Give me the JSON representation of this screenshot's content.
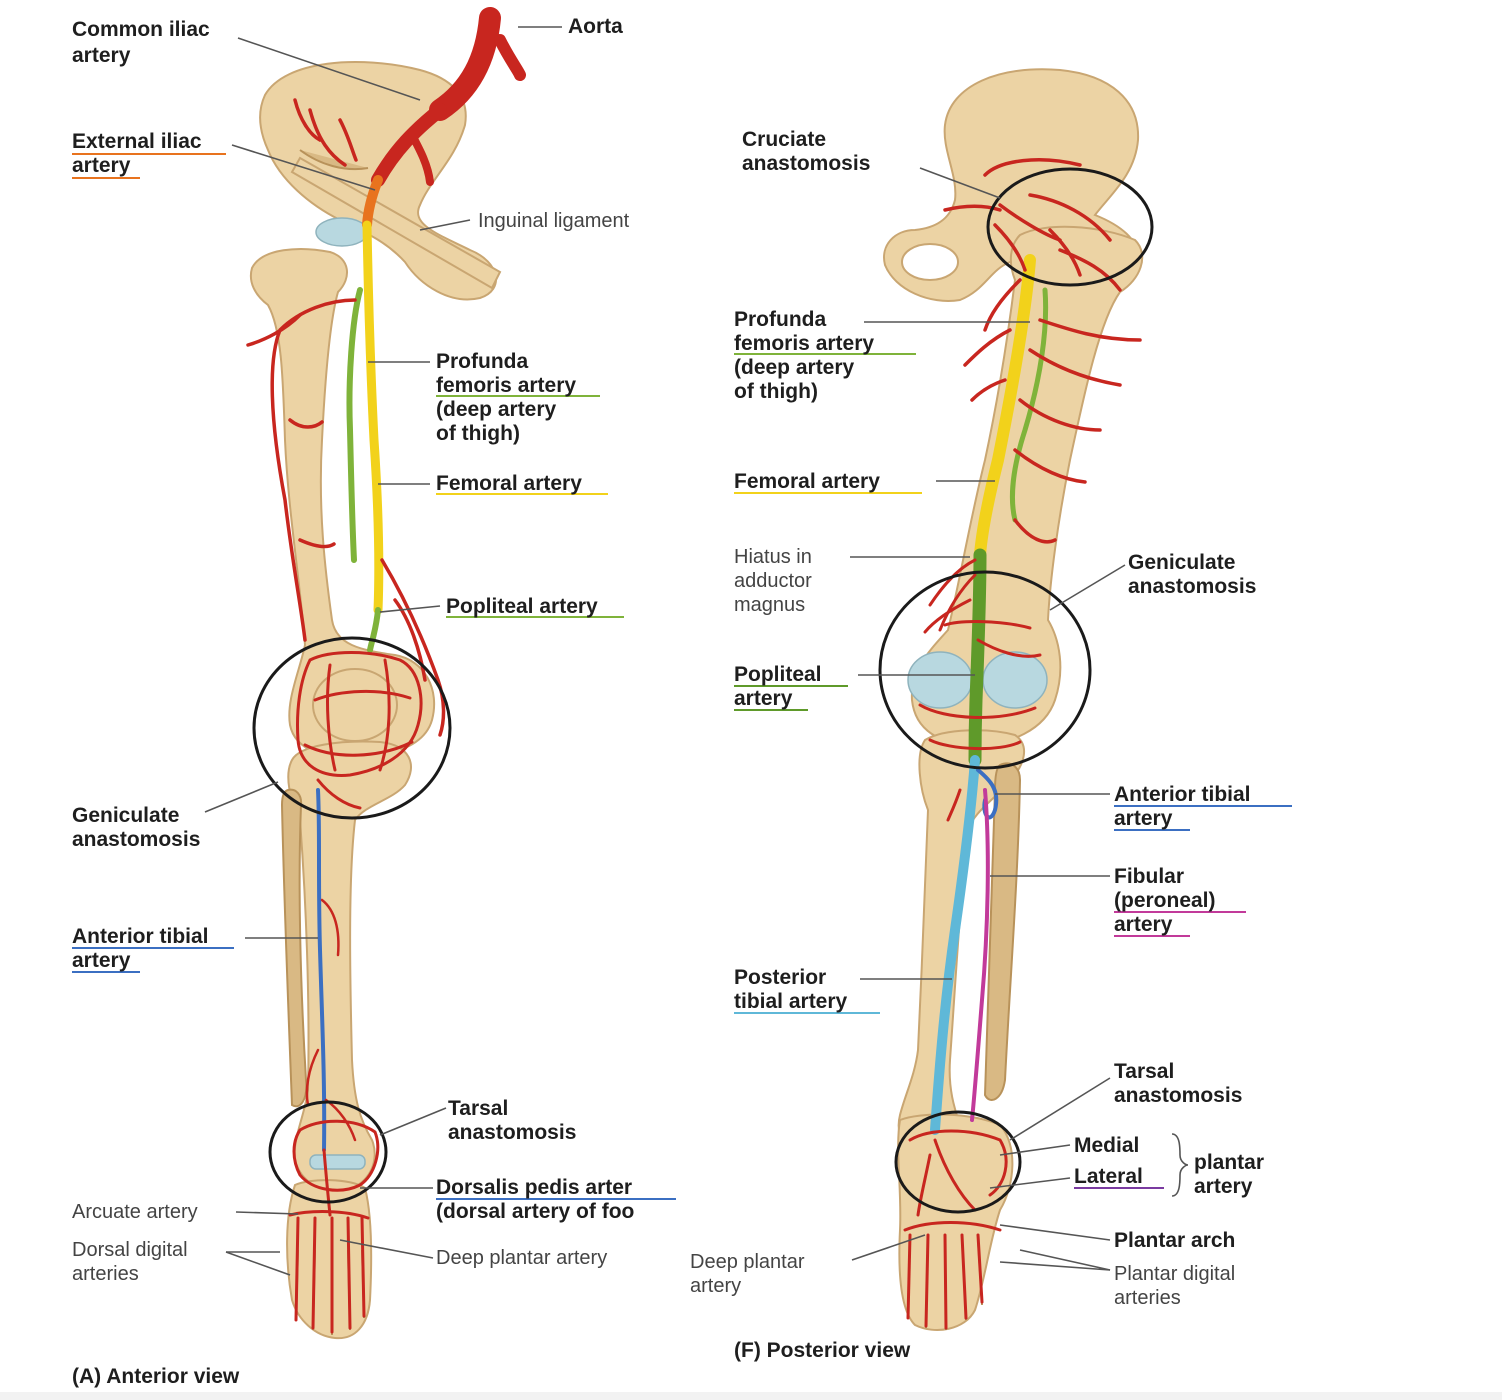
{
  "colors": {
    "artery_red": "#c8261f",
    "femoral_yellow": "#f2d21b",
    "profunda_green": "#7fb33a",
    "popliteal_green": "#5f9a2a",
    "anterior_tibial_blue": "#3b6fc2",
    "posterior_tibial_cyan": "#5fb8d8",
    "fibular_magenta": "#c23a9a",
    "external_iliac_orange": "#e8731e",
    "bone": "#ecd3a4"
  },
  "anterior": {
    "caption": "(A) Anterior view",
    "labels": {
      "common_iliac_1": "Common iliac",
      "common_iliac_2": "artery",
      "aorta": "Aorta",
      "external_iliac_1": "External iliac",
      "external_iliac_2": "artery",
      "inguinal": "Inguinal ligament",
      "profunda_1": "Profunda",
      "profunda_2": "femoris artery",
      "profunda_3": "(deep artery",
      "profunda_4": "of thigh)",
      "femoral": "Femoral artery",
      "popliteal": "Popliteal artery",
      "geniculate_1": "Geniculate",
      "geniculate_2": "anastomosis",
      "anterior_tibial_1": "Anterior tibial",
      "anterior_tibial_2": "artery",
      "tarsal_1": "Tarsal",
      "tarsal_2": "anastomosis",
      "dorsalis_1": "Dorsalis pedis arter",
      "dorsalis_2": "(dorsal artery of foo",
      "arcuate": "Arcuate artery",
      "dorsal_digital_1": "Dorsal digital",
      "dorsal_digital_2": "arteries",
      "deep_plantar": "Deep plantar artery"
    }
  },
  "posterior": {
    "caption": "(F) Posterior view",
    "labels": {
      "cruciate_1": "Cruciate",
      "cruciate_2": "anastomosis",
      "profunda_1": "Profunda",
      "profunda_2": "femoris artery",
      "profunda_3": "(deep artery",
      "profunda_4": "of thigh)",
      "femoral": "Femoral artery",
      "hiatus_1": "Hiatus in",
      "hiatus_2": "adductor",
      "hiatus_3": "magnus",
      "geniculate_1": "Geniculate",
      "geniculate_2": "anastomosis",
      "popliteal_1": "Popliteal",
      "popliteal_2": "artery",
      "anterior_tibial_1": "Anterior tibial",
      "anterior_tibial_2": "artery",
      "fibular_1": "Fibular",
      "fibular_2": "(peroneal)",
      "fibular_3": "artery",
      "posterior_tibial_1": "Posterior",
      "posterior_tibial_2": "tibial artery",
      "tarsal_1": "Tarsal",
      "tarsal_2": "anastomosis",
      "medial": "Medial",
      "lateral": "Lateral",
      "plantar_1": "plantar",
      "plantar_2": "artery",
      "plantar_arch": "Plantar arch",
      "deep_plantar_1": "Deep plantar",
      "deep_plantar_2": "artery",
      "plantar_digital_1": "Plantar digital",
      "plantar_digital_2": "arteries"
    }
  }
}
